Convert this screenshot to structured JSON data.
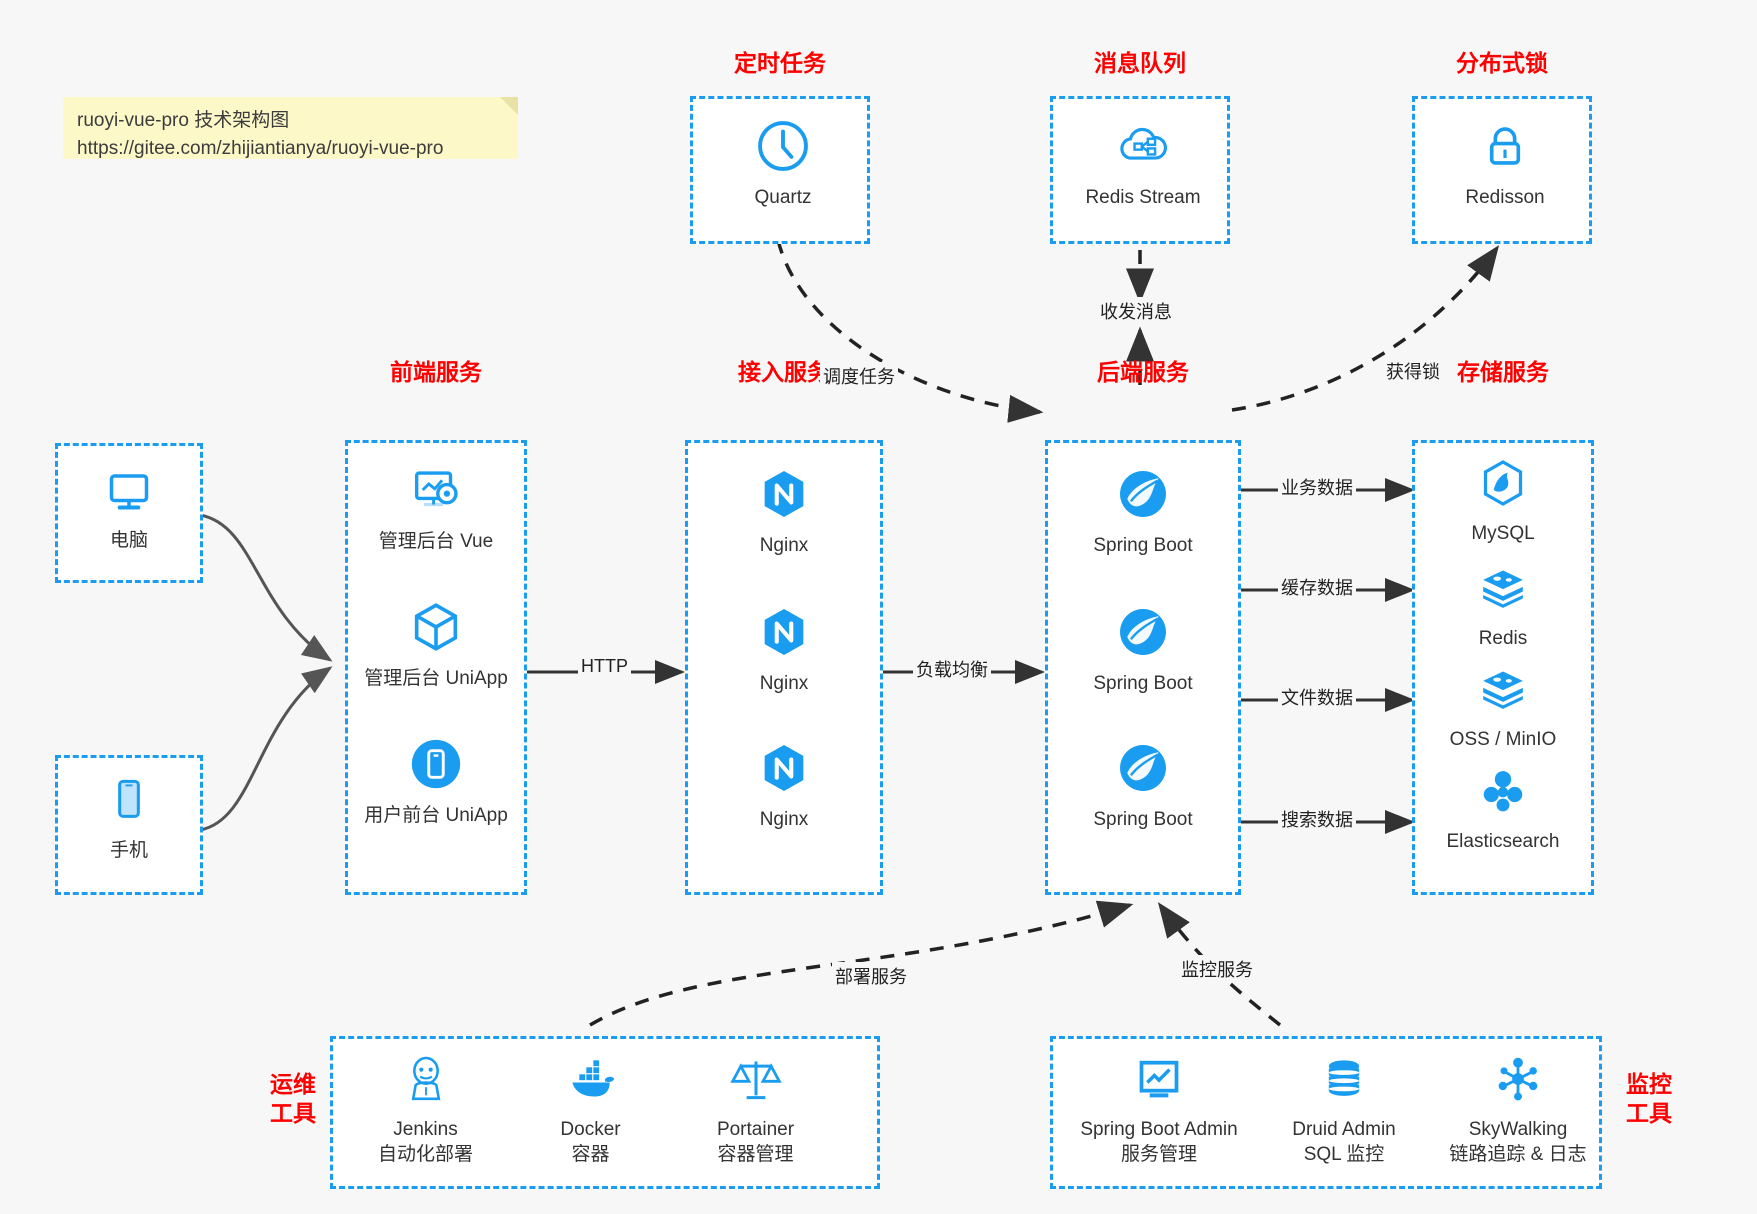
{
  "note": {
    "line1": "ruoyi-vue-pro 技术架构图",
    "line2": "https://gitee.com/zhijiantianya/ruoyi-vue-pro"
  },
  "colors": {
    "accent_blue": "#1a9cf0",
    "group_label_red": "#ff0000",
    "icon_blue": "#1a9cf0",
    "background": "#f7f7f7",
    "note_yellow": "#fcf8c8",
    "arrow_gray": "#555555",
    "text_dark": "#333333"
  },
  "groups": {
    "scheduler": {
      "label": "定时任务",
      "nodes": [
        {
          "name": "Quartz",
          "icon": "clock-icon"
        }
      ]
    },
    "mq": {
      "label": "消息队列",
      "nodes": [
        {
          "name": "Redis Stream",
          "icon": "cloud-stream-icon"
        }
      ]
    },
    "lock": {
      "label": "分布式锁",
      "nodes": [
        {
          "name": "Redisson",
          "icon": "lock-icon"
        }
      ]
    },
    "clients": {
      "nodes": [
        {
          "name": "电脑",
          "icon": "desktop-icon"
        },
        {
          "name": "手机",
          "icon": "mobile-icon"
        }
      ]
    },
    "frontend": {
      "label": "前端服务",
      "nodes": [
        {
          "name": "管理后台 Vue",
          "icon": "dashboard-gear-icon"
        },
        {
          "name": "管理后台 UniApp",
          "icon": "cube-icon"
        },
        {
          "name": "用户前台 UniApp",
          "icon": "mobile-app-icon"
        }
      ]
    },
    "gateway": {
      "label": "接入服务",
      "nodes": [
        {
          "name": "Nginx",
          "icon": "nginx-icon"
        },
        {
          "name": "Nginx",
          "icon": "nginx-icon"
        },
        {
          "name": "Nginx",
          "icon": "nginx-icon"
        }
      ]
    },
    "backend": {
      "label": "后端服务",
      "nodes": [
        {
          "name": "Spring Boot",
          "icon": "spring-icon"
        },
        {
          "name": "Spring Boot",
          "icon": "spring-icon"
        },
        {
          "name": "Spring Boot",
          "icon": "spring-icon"
        }
      ]
    },
    "storage": {
      "label": "存储服务",
      "nodes": [
        {
          "name": "MySQL",
          "icon": "mysql-icon"
        },
        {
          "name": "Redis",
          "icon": "redis-icon"
        },
        {
          "name": "OSS / MinIO",
          "icon": "redis-icon"
        },
        {
          "name": "Elasticsearch",
          "icon": "elasticsearch-icon"
        }
      ]
    },
    "devops": {
      "label": "运维\n工具",
      "label_l1": "运维",
      "label_l2": "工具",
      "nodes": [
        {
          "name": "Jenkins",
          "sub": "自动化部署",
          "icon": "jenkins-icon"
        },
        {
          "name": "Docker",
          "sub": "容器",
          "icon": "docker-icon"
        },
        {
          "name": "Portainer",
          "sub": "容器管理",
          "icon": "scales-icon"
        }
      ]
    },
    "monitor": {
      "label_l1": "监控",
      "label_l2": "工具",
      "nodes": [
        {
          "name": "Spring Boot Admin",
          "sub": "服务管理",
          "icon": "monitor-chart-icon"
        },
        {
          "name": "Druid Admin",
          "sub": "SQL 监控",
          "icon": "database-icon"
        },
        {
          "name": "SkyWalking",
          "sub": "链路追踪 & 日志",
          "icon": "skywalking-icon"
        }
      ]
    }
  },
  "edges": [
    {
      "label": "调度任务"
    },
    {
      "label": "收发消息"
    },
    {
      "label": "获得锁"
    },
    {
      "label": "HTTP"
    },
    {
      "label": "负载均衡"
    },
    {
      "label": "业务数据"
    },
    {
      "label": "缓存数据"
    },
    {
      "label": "文件数据"
    },
    {
      "label": "搜索数据"
    },
    {
      "label": "部署服务"
    },
    {
      "label": "监控服务"
    }
  ]
}
